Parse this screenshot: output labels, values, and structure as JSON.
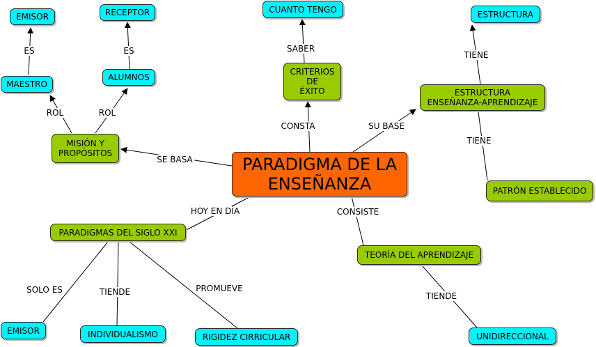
{
  "nodes": {
    "main": "PARADIGMA DE LA\nENSEÑANZA",
    "emisor_top": "EMISOR",
    "receptor": "RECEPTOR",
    "cuanto_tengo": "CUANTO TENGO",
    "estructura": "ESTRUCTURA",
    "maestro": "MAESTRO",
    "alumnos": "ALUMNOS",
    "criterios": "CRITERIOS\nDE\nÉXITO",
    "estructura_ea": "ESTRUCTURA\nENSEÑANZA-APRENDIZAJE",
    "mision": "MISIÓN Y\nPROPÓSITOS",
    "patron": "PATRÓN ESTABLECIDO",
    "siglo_xxi": "PARADIGMAS DEL SIGLO XXI",
    "teoria": "TEORÍA DEL APRENDIZAJE",
    "emisor_bottom": "EMISOR",
    "individualismo": "INDIVIDUALISMO",
    "rigidez": "RIGIDEZ CIRRICULAR",
    "unidireccional": "UNIDIRECCIONAL"
  },
  "links": {
    "es_1": "ES",
    "es_2": "ES",
    "saber": "SABER",
    "tiene_1": "TIENE",
    "rol_1": "ROL",
    "rol_2": "ROL",
    "consta": "CONSTA",
    "su_base": "SU BASE",
    "tiene_2": "TIENE",
    "se_basa": "SE BASA",
    "hoy_en_dia": "HOY EN DÍA",
    "consiste": "CONSISTE",
    "solo_es": "SOLO ES",
    "tiende_1": "TIENDE",
    "promueve": "PROMUEVE",
    "tiende_2": "TIENDE"
  },
  "colors": {
    "concept_cyan": "#00f2fa",
    "concept_green": "#99cc00",
    "central_orange": "#ff6600",
    "line": "#000000"
  }
}
